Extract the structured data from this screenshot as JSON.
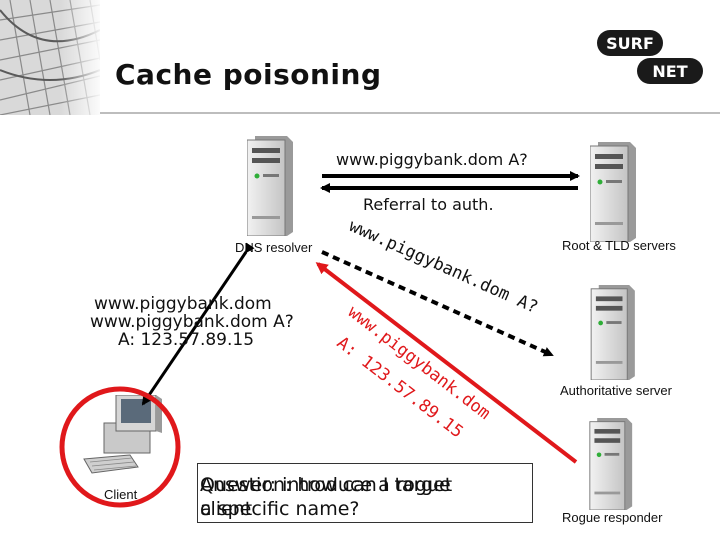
{
  "slide": {
    "title": "Cache poisoning"
  },
  "logo": {
    "line1": "SURF",
    "line2": "NET"
  },
  "nodes": {
    "dns_resolver": "DNS resolver",
    "root_tld": "Root & TLD servers",
    "authoritative": "Authoritative server",
    "client": "Client",
    "rogue": "Rogue responder"
  },
  "messages": {
    "query_root": "www.piggybank.dom A?",
    "referral": "Referral to auth.",
    "query_auth": "www.piggybank.dom A?",
    "rogue_answer_line1": "www.piggybank.dom",
    "rogue_answer_line2": "A: 123.57.89.15",
    "client_query_line1": "www.piggybank.dom",
    "client_query_line2": "www.piggybank.dom A?",
    "client_query_line3": "A: 123.57.89.15"
  },
  "question": {
    "overlay_a_line1": "Question: how can I target",
    "overlay_a_line2": "a specific name?",
    "overlay_b_line1": "Answer: introduce a rogue",
    "overlay_b_line2": "client"
  },
  "colors": {
    "red": "#e0181b",
    "black": "#000000",
    "rule": "#bdbdbd"
  }
}
